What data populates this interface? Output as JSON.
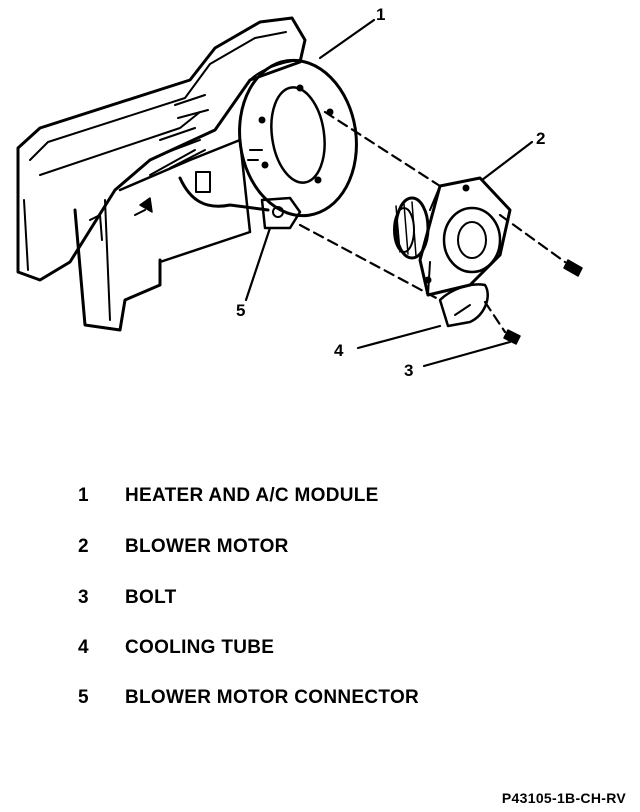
{
  "callouts": [
    "1",
    "2",
    "3",
    "4",
    "5"
  ],
  "legend": [
    {
      "num": "1",
      "desc": "HEATER AND A/C MODULE"
    },
    {
      "num": "2",
      "desc": "BLOWER MOTOR"
    },
    {
      "num": "3",
      "desc": "BOLT"
    },
    {
      "num": "4",
      "desc": "COOLING TUBE"
    },
    {
      "num": "5",
      "desc": "BLOWER MOTOR CONNECTOR"
    }
  ],
  "figure_code": "P43105-1B-CH-RV"
}
